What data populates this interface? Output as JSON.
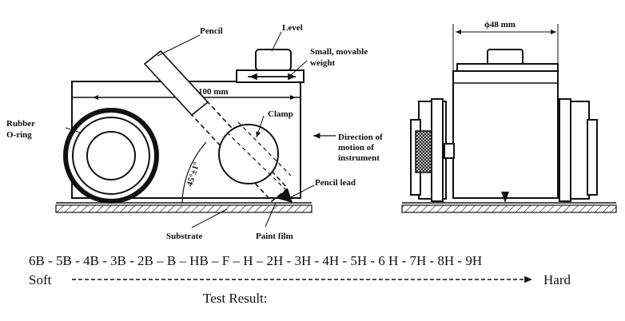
{
  "labels": {
    "pencil": "Pencil",
    "level": "Level",
    "weight_line1": "Small, movable",
    "weight_line2": "weight",
    "width_left": "100 mm",
    "diameter_right": "ϕ48 mm",
    "rubber_line1": "Rubber",
    "rubber_line2": "O-ring",
    "clamp": "Clamp",
    "direction_line1": "Direction of",
    "direction_line2": "motion of",
    "direction_line3": "instrument",
    "angle": "45°±1°",
    "pencil_lead": "Pencil lead",
    "substrate": "Substrate",
    "paint_film": "Paint film"
  },
  "hardness_scale": {
    "grades": "6B - 5B - 4B - 3B - 2B – B – HB – F – H – 2H - 3H - 4H - 5H - 6 H - 7H - 8H - 9H",
    "soft": "Soft",
    "hard": "Hard"
  },
  "result": {
    "label": "Test Result:"
  }
}
